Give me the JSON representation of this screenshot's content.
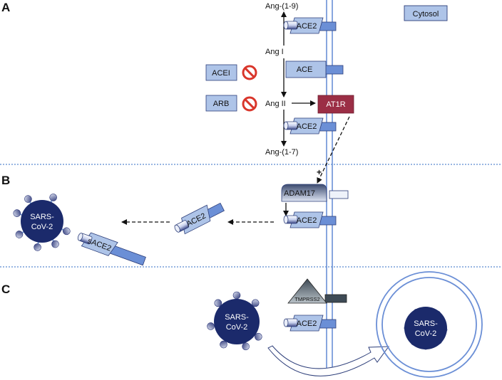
{
  "panels": {
    "a": "A",
    "b": "B",
    "c": "C"
  },
  "labels": {
    "cytosol": "Cytosol",
    "ang19": "Ang-(1-9)",
    "ang1": "Ang I",
    "ang2": "Ang II",
    "ang17": "Ang-(1-7)",
    "ace2": "ACE2",
    "ace": "ACE",
    "acei": "ACEI",
    "arb": "ARB",
    "at1r": "AT1R",
    "adam17": "ADAM17",
    "sace2": "sACE2",
    "tmprss2": "TMPRSS2",
    "sars_line1": "SARS-",
    "sars_line2": "CoV-2",
    "plus": "+"
  },
  "colors": {
    "box_fill": "#aec4e8",
    "box_stroke": "#2e3f7a",
    "membrane": "#6b8fd6",
    "receptor_red": "#9b2e45",
    "virus": "#1b2a6b",
    "inhibit": "#d9362b",
    "divider": "#5b8bd0"
  },
  "icons": {
    "inhibit": "no-entry-icon",
    "transfer": "curved-arrow-icon"
  }
}
